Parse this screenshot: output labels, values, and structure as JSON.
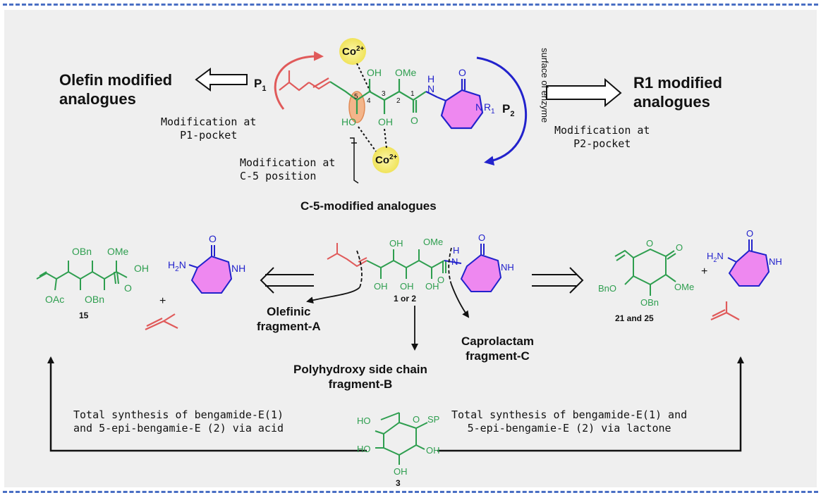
{
  "top": {
    "olefin_heading": [
      "Olefin modified",
      "analogues"
    ],
    "r1_heading": [
      "R1 modified",
      "analogues"
    ],
    "p1_label": "P",
    "p1_sub": "1",
    "p2_label": "P",
    "p2_sub": "2",
    "p1_note": [
      "Modification at",
      "P1-pocket"
    ],
    "p2_note": [
      "Modification at",
      "P2-pocket"
    ],
    "c5_note": [
      "Modification at",
      "C-5 position"
    ],
    "c5_heading": "C-5-modified analogues",
    "enzyme_surface": "surface of enzyme",
    "cobalt": "Co",
    "cobalt_charge": "2+",
    "atoms": {
      "oh": "OH",
      "ho": "HO",
      "ome": "OMe",
      "o": "O",
      "n": "N",
      "nh": "NH",
      "h": "H",
      "r": "R",
      "r_sub": "1",
      "c1": "1",
      "c2": "2",
      "c3": "3",
      "c4": "4",
      "c5": "5"
    }
  },
  "middle": {
    "acid_compound": "15",
    "lactone_compound": "21 and 25",
    "center_compound": "1 or 2",
    "frag_a": [
      "Olefinic",
      "fragment-A"
    ],
    "frag_b": [
      "Polyhydroxy side chain",
      "fragment-B"
    ],
    "frag_c": [
      "Caprolactam",
      "fragment-C"
    ],
    "plus": "+",
    "atoms": {
      "obn": "OBn",
      "bno": "BnO",
      "oac": "OAc",
      "oh": "OH",
      "ome": "OMe",
      "o": "O",
      "h2n": "H",
      "h2n_sub": "2",
      "h2n_n": "N",
      "nh": "NH",
      "h": "H",
      "n": "N"
    }
  },
  "bottom": {
    "acid_route": [
      "Total synthesis of bengamide-E(1)",
      "and 5-epi-bengamie-E (2) via acid"
    ],
    "lactone_route": [
      "Total synthesis of bengamide-E(1) and",
      "5-epi-bengamie-E (2) via lactone"
    ],
    "sugar_compound": "3",
    "atoms": {
      "ho": "HO",
      "oh": "OH",
      "o": "O",
      "sp": "SP"
    }
  },
  "colors": {
    "green": "#2e9e4f",
    "blue": "#2222cc",
    "red": "#e05a5a",
    "ring_fill": "#ee88f0",
    "co_glow": "#f7ee6a",
    "panel": "#efefef",
    "dash": "#4a6fc4"
  }
}
